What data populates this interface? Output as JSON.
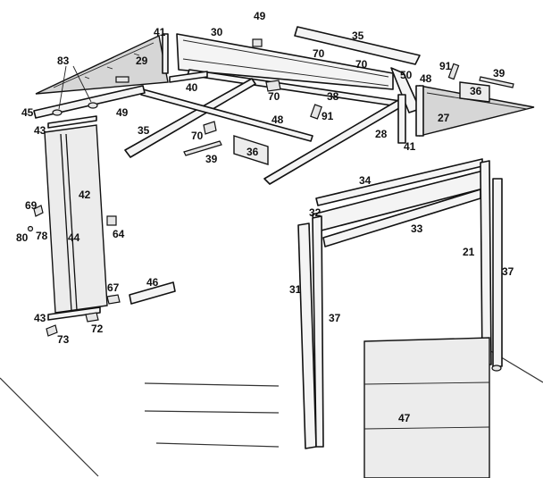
{
  "labels": {
    "l49a": "49",
    "l41a": "41",
    "l30": "30",
    "l35a": "35",
    "l83": "83",
    "l29": "29",
    "l70a": "70",
    "l70b": "70",
    "l91a": "91",
    "l39a": "39",
    "l50": "50",
    "l48a": "48",
    "l36a": "36",
    "l40": "40",
    "l70c": "70",
    "l38": "38",
    "l27": "27",
    "l45": "45",
    "l49b": "49",
    "l91b": "91",
    "l43a": "43",
    "l35b": "35",
    "l48b": "48",
    "l28": "28",
    "l41b": "41",
    "l70d": "70",
    "l39b": "39",
    "l36b": "36",
    "l34": "34",
    "l42": "42",
    "l69": "69",
    "l32": "32",
    "l33": "33",
    "l64": "64",
    "l80": "80",
    "l78": "78",
    "l44": "44",
    "l21": "21",
    "l37a": "37",
    "l46": "46",
    "l31": "31",
    "l67": "67",
    "l43b": "43",
    "l37b": "37",
    "l72": "72",
    "l73": "73",
    "l47": "47"
  }
}
